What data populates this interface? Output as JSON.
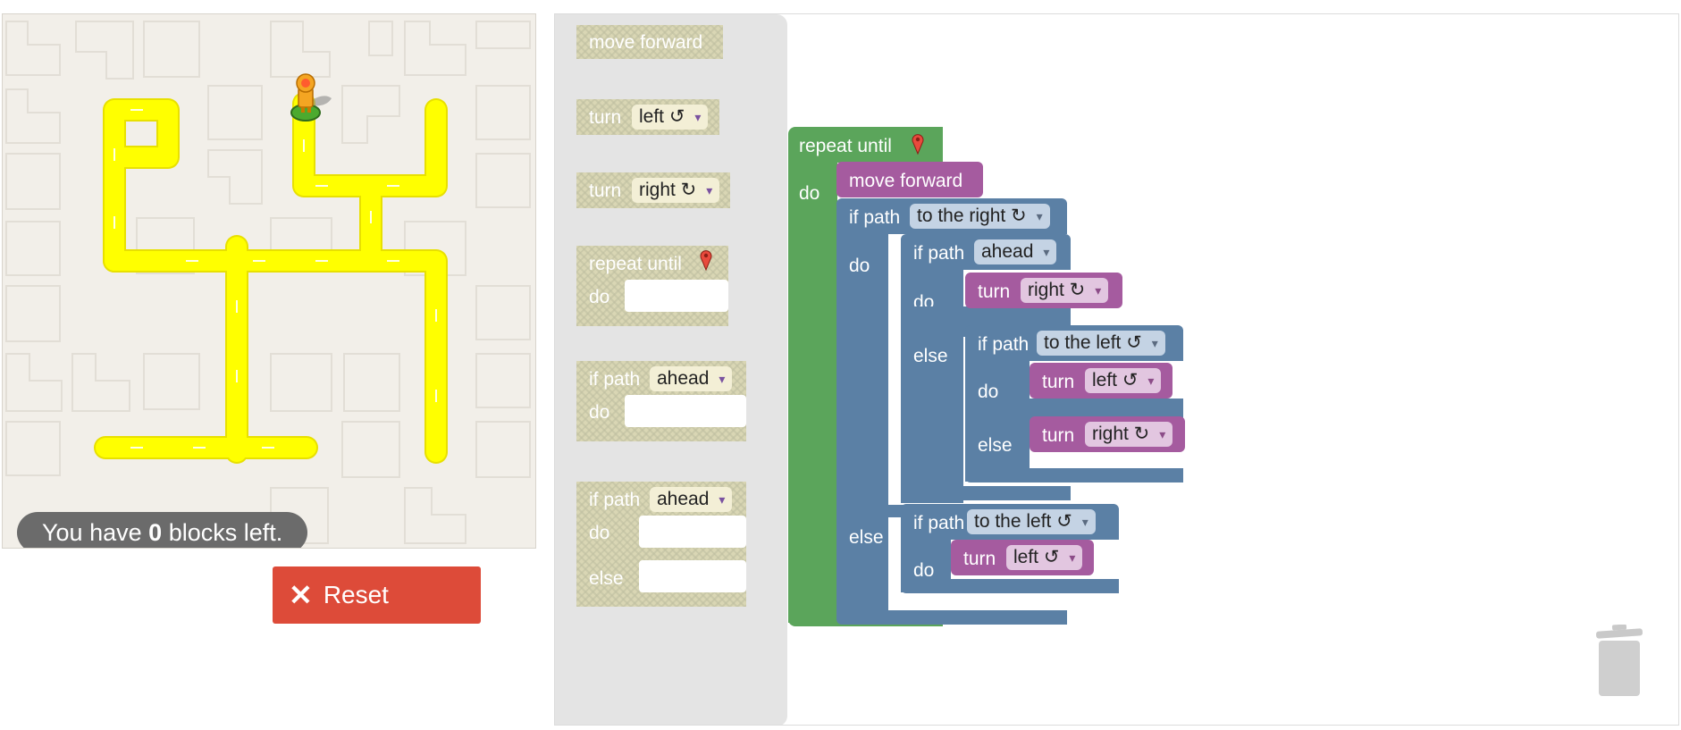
{
  "maze": {
    "status_prefix": "You have",
    "blocks_left": "0",
    "status_suffix": "blocks left."
  },
  "reset_button": {
    "icon": "close-icon",
    "label": "Reset"
  },
  "toolbox": {
    "move_forward": "move forward",
    "turn": "turn",
    "left_option": "left ↺",
    "right_option": "right ↻",
    "repeat_until": "repeat until",
    "do": "do",
    "else": "else",
    "if_path": "if path",
    "ahead_option": "ahead"
  },
  "program": {
    "repeat_until": "repeat until",
    "do": "do",
    "else": "else",
    "move_forward": "move forward",
    "if_path": "if path",
    "turn": "turn",
    "to_the_right": "to the right ↻",
    "to_the_left": "to the left ↺",
    "ahead": "ahead",
    "right": "right ↻",
    "left": "left ↺"
  },
  "colors": {
    "loop_block": "#5ba55b",
    "logic_block": "#5b80a5",
    "action_block": "#a55b9f",
    "reset_button": "#dd4b39",
    "path": "#ffff00"
  },
  "icons": {
    "goal": "goal-marker-icon",
    "trash": "trash-icon",
    "player": "pegman-icon"
  }
}
